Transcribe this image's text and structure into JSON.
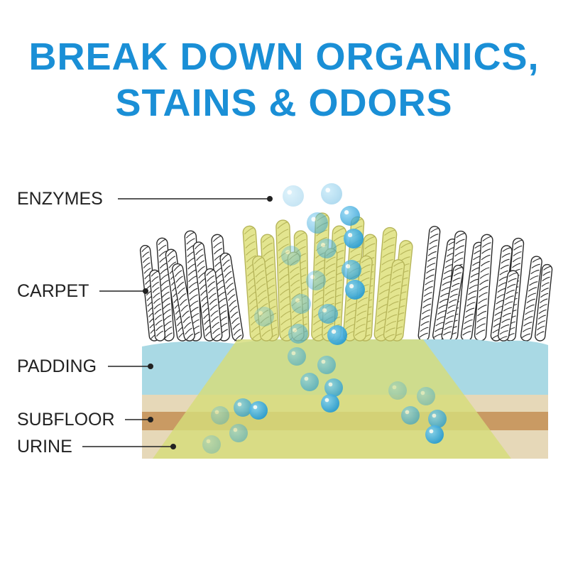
{
  "title": {
    "line1": "BREAK DOWN ORGANICS,",
    "line2": "STAINS & ODORS"
  },
  "labels": {
    "enzymes": "ENZYMES",
    "carpet": "CARPET",
    "padding": "PADDING",
    "subfloor": "SUBFLOOR",
    "urine": "URINE"
  },
  "colors": {
    "title": "#1a8fd6",
    "padding": "#a9d9e4",
    "base": "#e6d8b8",
    "subfloor": "#c99a63",
    "treated_zone": "#d9e08a",
    "treated_fibers": "#e3e58f",
    "bubble": "#2a9fd8"
  }
}
